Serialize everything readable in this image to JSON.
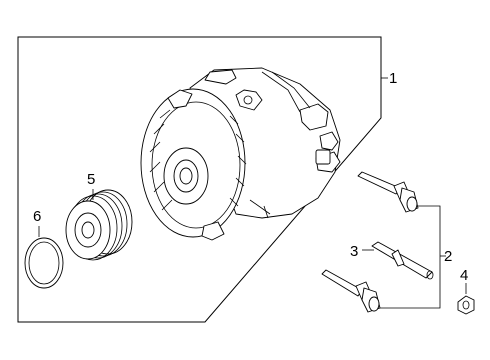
{
  "callouts": {
    "c1": "1",
    "c2": "2",
    "c3": "3",
    "c4": "4",
    "c5": "5",
    "c6": "6"
  },
  "parts": [
    {
      "callout": "1",
      "icon": "alternator-assembly"
    },
    {
      "callout": "2",
      "icon": "mounting-bolt-pair"
    },
    {
      "callout": "3",
      "icon": "stud"
    },
    {
      "callout": "4",
      "icon": "nut"
    },
    {
      "callout": "5",
      "icon": "pulley"
    },
    {
      "callout": "6",
      "icon": "snap-ring"
    }
  ]
}
